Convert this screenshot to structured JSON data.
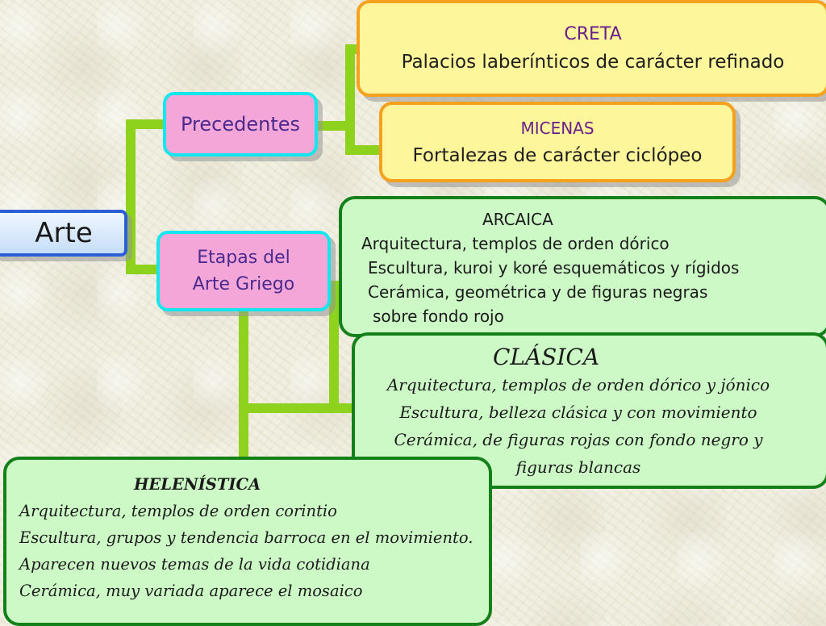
{
  "root": {
    "label": "Arte"
  },
  "branches": {
    "precedentes": {
      "label": "Precedentes"
    },
    "etapas": {
      "line1": "Etapas del",
      "line2": "Arte Griego"
    }
  },
  "creta": {
    "title": "CRETA",
    "text": "Palacios laberínticos de carácter refinado"
  },
  "micenas": {
    "title": "MICENAS",
    "text": "Fortalezas de carácter ciclópeo"
  },
  "arcaica": {
    "title": "ARCAICA",
    "lines": [
      "Arquitectura, templos de orden dórico",
      "Escultura, kuroi y koré esquemáticos y rígidos",
      "Cerámica, geométrica y de figuras negras",
      "sobre fondo rojo"
    ]
  },
  "clasica": {
    "title": "CLÁSICA",
    "lines": [
      "Arquitectura, templos de orden dórico y jónico",
      "Escultura, belleza clásica  y con movimiento",
      "Cerámica, de figuras rojas con fondo negro y",
      "figuras blancas"
    ]
  },
  "helenistica": {
    "title": "HELENÍSTICA",
    "lines": [
      "Arquitectura, templos de orden corintio",
      "Escultura, grupos y tendencia barroca en el movimiento.",
      "Aparecen nuevos temas de la vida cotidiana",
      "Cerámica, muy variada aparece el mosaico"
    ]
  },
  "colors": {
    "connector": "#8fd21e",
    "root_border": "#2a5fd6",
    "branch_fill": "#f4a6d8",
    "branch_border": "#14e6ee",
    "yellow_fill": "#fef69a",
    "yellow_border": "#f5a11e",
    "green_fill": "#cdf9c7",
    "green_border": "#13801a"
  }
}
